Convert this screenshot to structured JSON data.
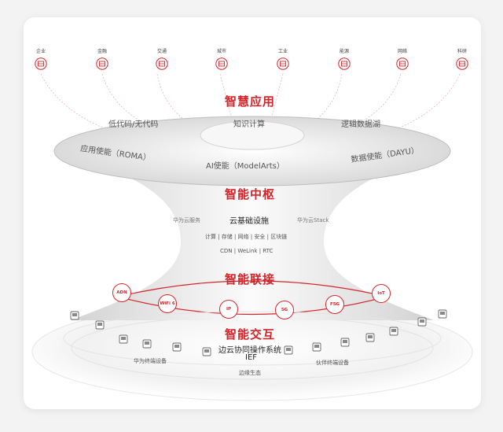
{
  "industries": [
    {
      "label": "企业",
      "icon": "enterprise-icon"
    },
    {
      "label": "金融",
      "icon": "bank-icon"
    },
    {
      "label": "交通",
      "icon": "transport-icon"
    },
    {
      "label": "城市",
      "icon": "city-icon"
    },
    {
      "label": "工业",
      "icon": "factory-icon"
    },
    {
      "label": "能源",
      "icon": "energy-icon"
    },
    {
      "label": "网络",
      "icon": "network-tower-icon"
    },
    {
      "label": "科研",
      "icon": "research-icon"
    }
  ],
  "smart_apps": {
    "title": "智慧应用",
    "items": [
      "低代码/无代码",
      "知识计算",
      "逻辑数据湖"
    ],
    "enablers": [
      "应用使能（ROMA）",
      "AI使能（ModelArts）",
      "数据使能（DAYU）"
    ]
  },
  "smart_hub": {
    "title": "智能中枢",
    "left": "华为云服务",
    "center": "云基础设施",
    "right": "华为云Stack",
    "row1": "计算 | 存储 | 网络 | 安全 | 区块链",
    "row2": "CDN | WeLink | RTC"
  },
  "smart_connect": {
    "title": "智能联接",
    "nodes": [
      "ADN",
      "WiFi 6",
      "IP",
      "5G",
      "F5G",
      "IoT"
    ]
  },
  "smart_interact": {
    "title": "智能交互",
    "line1": "边云协同操作系统",
    "line2": "IEF",
    "left_label": "华为终端设备",
    "right_label": "伙伴终端设备",
    "bottom_label": "边缘生态"
  },
  "colors": {
    "accent": "#d0262b",
    "text": "#555555"
  }
}
